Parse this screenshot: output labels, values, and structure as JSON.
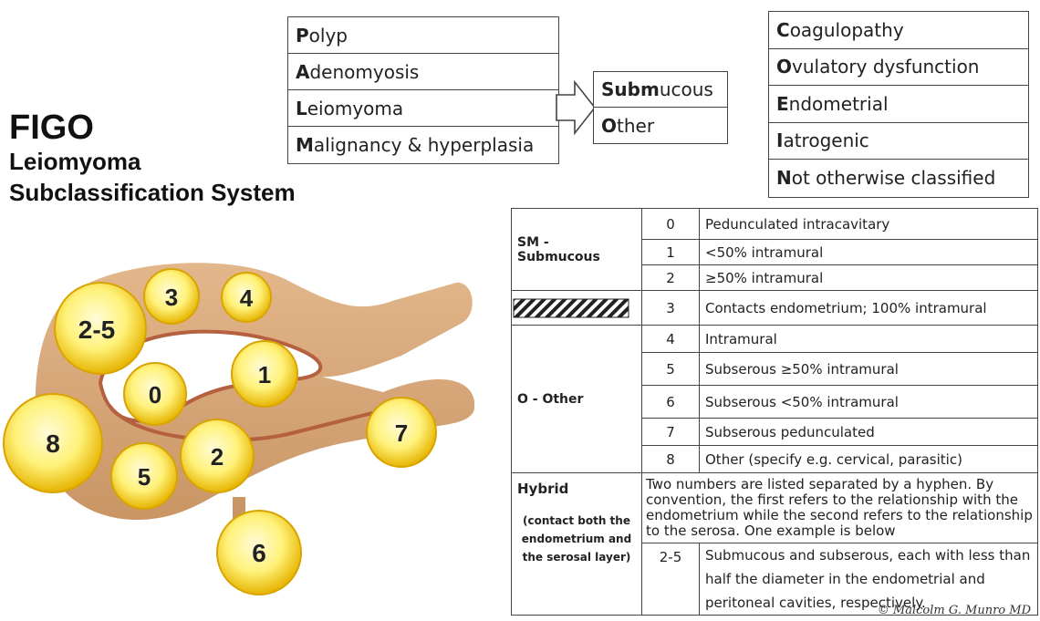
{
  "title": {
    "line1": "FIGO",
    "line2": "Leiomyoma",
    "line3": "Subclassification System"
  },
  "palm": [
    {
      "initial": "P",
      "rest": "olyp"
    },
    {
      "initial": "A",
      "rest": "denomyosis"
    },
    {
      "initial": "L",
      "rest": "eiomyoma"
    },
    {
      "initial": "M",
      "rest": "alignancy & hyperplasia"
    }
  ],
  "leiomyoma_sub": [
    {
      "parts": [
        [
          "Sub",
          true
        ],
        [
          "m",
          false
        ],
        [
          "ucous",
          false
        ]
      ]
    },
    {
      "parts": [
        [
          "O",
          true
        ],
        [
          "ther",
          false
        ]
      ]
    }
  ],
  "coein": [
    {
      "initial": "C",
      "rest": "oagulopathy"
    },
    {
      "initial": "O",
      "rest": "vulatory dysfunction"
    },
    {
      "initial": "E",
      "rest": "ndometrial"
    },
    {
      "initial": "I",
      "rest": "atrogenic"
    },
    {
      "initial": "N",
      "rest": "ot otherwise classified"
    }
  ],
  "table": {
    "sm_label": "SM - Submucous",
    "o_label": "O - Other",
    "rows": [
      {
        "num": "0",
        "desc": "Pedunculated intracavitary"
      },
      {
        "num": "1",
        "desc": "<50% intramural"
      },
      {
        "num": "2",
        "desc": "≥50% intramural"
      },
      {
        "num": "3",
        "desc": "Contacts endometrium; 100% intramural"
      },
      {
        "num": "4",
        "desc": "Intramural"
      },
      {
        "num": "5",
        "desc": "Subserous ≥50% intramural"
      },
      {
        "num": "6",
        "desc": "Subserous <50% intramural"
      },
      {
        "num": "7",
        "desc": "Subserous pedunculated"
      },
      {
        "num": "8",
        "desc": "Other (specify e.g. cervical, parasitic)"
      }
    ]
  },
  "hybrid": {
    "label": "Hybrid",
    "sublabel": "(contact both the endometrium and the serosal layer)",
    "note": "Two numbers are listed separated by a hyphen. By convention, the first refers to the relationship with the endometrium while the second refers to the relationship to the serosa. One example is below",
    "example_num": "2-5",
    "example_desc": "Submucous and subserous, each with less than half the diameter in the endometrial and peritoneal cavities, respectively."
  },
  "diagram_labels": [
    "0",
    "1",
    "2",
    "2-5",
    "3",
    "4",
    "5",
    "6",
    "7",
    "8"
  ],
  "colors": {
    "uterus": "#d9a878",
    "cavity_line": "#b5603f",
    "fibroid_center": "#fff6b0",
    "fibroid_edge": "#e8b800"
  },
  "credit": "© Malcolm G. Munro MD"
}
